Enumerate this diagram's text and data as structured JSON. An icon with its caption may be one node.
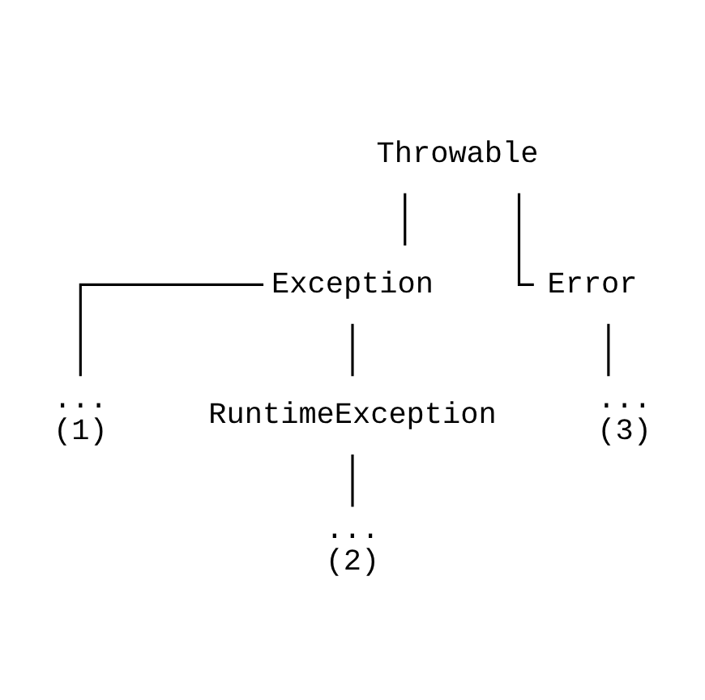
{
  "diagram": {
    "nodes": [
      {
        "text": [
          "Throwable"
        ]
      },
      {
        "text": [
          "Exception"
        ]
      },
      {
        "text": [
          "Error"
        ]
      },
      {
        "text": [
          "...",
          "(3)"
        ]
      },
      {
        "text": [
          "...",
          "(1)"
        ]
      },
      {
        "text": [
          "RuntimeException"
        ]
      },
      {
        "text": [
          "...",
          "(2)"
        ]
      }
    ],
    "edges": [
      {
        "from": 0,
        "to": 1,
        "arrow": "none"
      },
      {
        "from": 0,
        "to": 2,
        "arrow": "none"
      },
      {
        "from": 2,
        "to": 3,
        "arrow": "none"
      },
      {
        "from": 1,
        "to": 4,
        "arrow": "none"
      },
      {
        "from": 1,
        "to": 5,
        "arrow": "none"
      },
      {
        "from": 5,
        "to": 6,
        "arrow": "none"
      }
    ]
  }
}
